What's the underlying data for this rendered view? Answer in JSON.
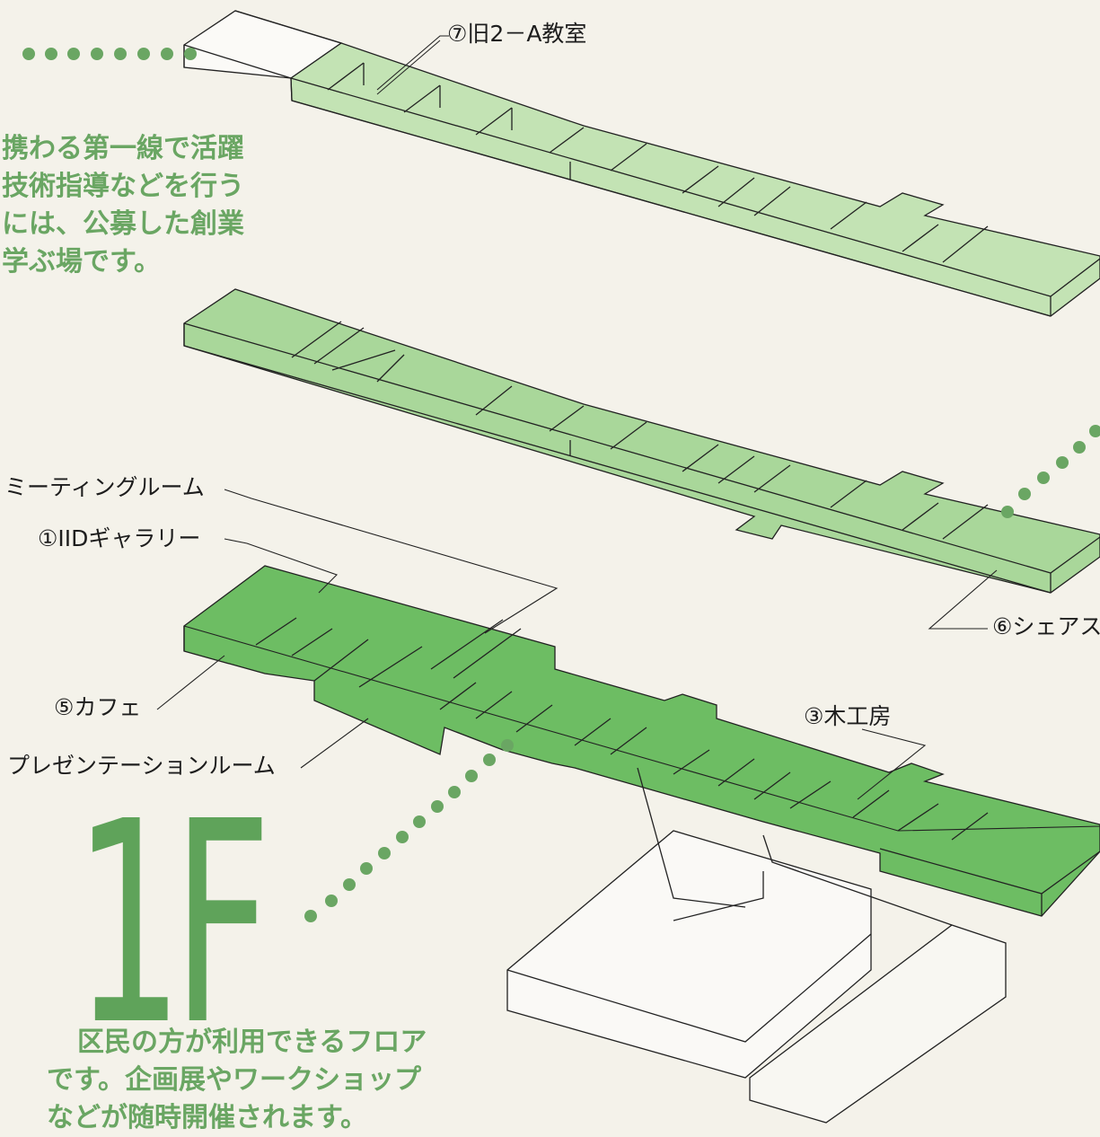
{
  "top_text": [
    "携わる第一線で活躍",
    "技術指導などを行う",
    "には、公募した創業",
    "学ぶ場です。"
  ],
  "floor_label": "1F",
  "bottom_text": [
    "区民の方が利用できるフロア",
    "です。企画展やワークショップ",
    "などが随時開催されます。"
  ],
  "labels": {
    "classroom": "⑦旧2－A教室",
    "meeting": "ミーティングルーム",
    "gallery": "①IIDギャラリー",
    "share": "⑥シェアス",
    "cafe": "⑤カフェ",
    "woodshop": "③木工房",
    "presentation": "プレゼンテーションルーム"
  },
  "colors": {
    "accent": "#6aa663",
    "floor_top": "#c3e3b4",
    "floor_mid": "#a9d79a",
    "floor_1f": "#6dbd63",
    "line": "#222222",
    "background": "#f4f2ea"
  }
}
